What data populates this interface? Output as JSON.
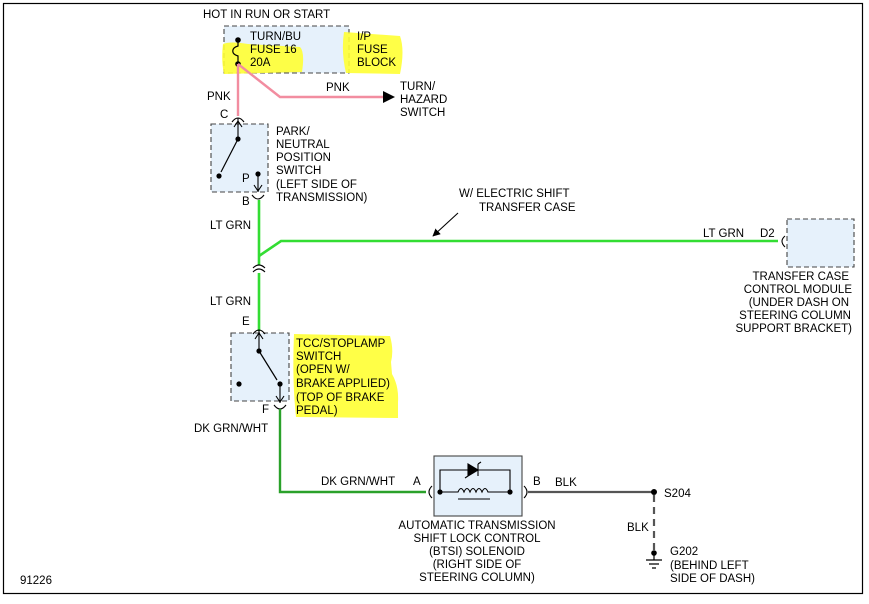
{
  "colors": {
    "pink_wire": "#f28da0",
    "green_wire": "#33dd33",
    "dkgreen_wire": "#2aa12a",
    "black_wire": "#555555",
    "component_fill": "#e6f1fb",
    "highlight": "#ffff33"
  },
  "fuse_block": {
    "header": "HOT IN RUN OR START",
    "fuse_line1": "TURN/BU",
    "fuse_line2": "FUSE 16",
    "fuse_line3": "20A",
    "block_line1": "I/P",
    "block_line2": "FUSE",
    "block_line3": "BLOCK"
  },
  "wires": {
    "pnk_left": "PNK",
    "pnk_right": "PNK",
    "lt_grn_upper": "LT GRN",
    "lt_grn_lower": "LT GRN",
    "lt_grn_right": "LT GRN",
    "dk_grn_wht_left": "DK GRN/WHT",
    "dk_grn_wht_bottom": "DK GRN/WHT",
    "blk_right": "BLK",
    "blk_down": "BLK"
  },
  "turn_hazard": {
    "line1": "TURN/",
    "line2": "HAZARD",
    "line3": "SWITCH"
  },
  "park_neutral": {
    "pin_top": "C",
    "pin_p": "P",
    "pin_bottom": "B",
    "line1": "PARK/",
    "line2": "NEUTRAL",
    "line3": "POSITION",
    "line4": "SWITCH",
    "line5": "(LEFT SIDE OF",
    "line6": "TRANSMISSION)"
  },
  "transfer_note": {
    "line1": "W/ ELECTRIC SHIFT",
    "line2": "TRANSFER CASE"
  },
  "transfer_module": {
    "pin": "D2",
    "line1": "TRANSFER CASE",
    "line2": "CONTROL MODULE",
    "line3": "(UNDER DASH ON",
    "line4": "STEERING COLUMN",
    "line5": "SUPPORT BRACKET)"
  },
  "tcc_switch": {
    "pin_top": "E",
    "pin_bottom": "F",
    "line1": "TCC/STOPLAMP",
    "line2": "SWITCH",
    "line3": "(OPEN W/",
    "line4": "BRAKE APPLIED)",
    "line5": "(TOP OF BRAKE",
    "line6": "PEDAL)"
  },
  "solenoid": {
    "pin_a": "A",
    "pin_b": "B",
    "line1": "AUTOMATIC TRANSMISSION",
    "line2": "SHIFT LOCK CONTROL",
    "line3": "(BTSI) SOLENOID",
    "line4": "(RIGHT SIDE OF",
    "line5": "STEERING COLUMN)"
  },
  "splice": {
    "label": "S204"
  },
  "ground": {
    "label": "G202",
    "line1": "(BEHIND LEFT",
    "line2": "SIDE OF DASH)"
  },
  "figure_number": "91226"
}
